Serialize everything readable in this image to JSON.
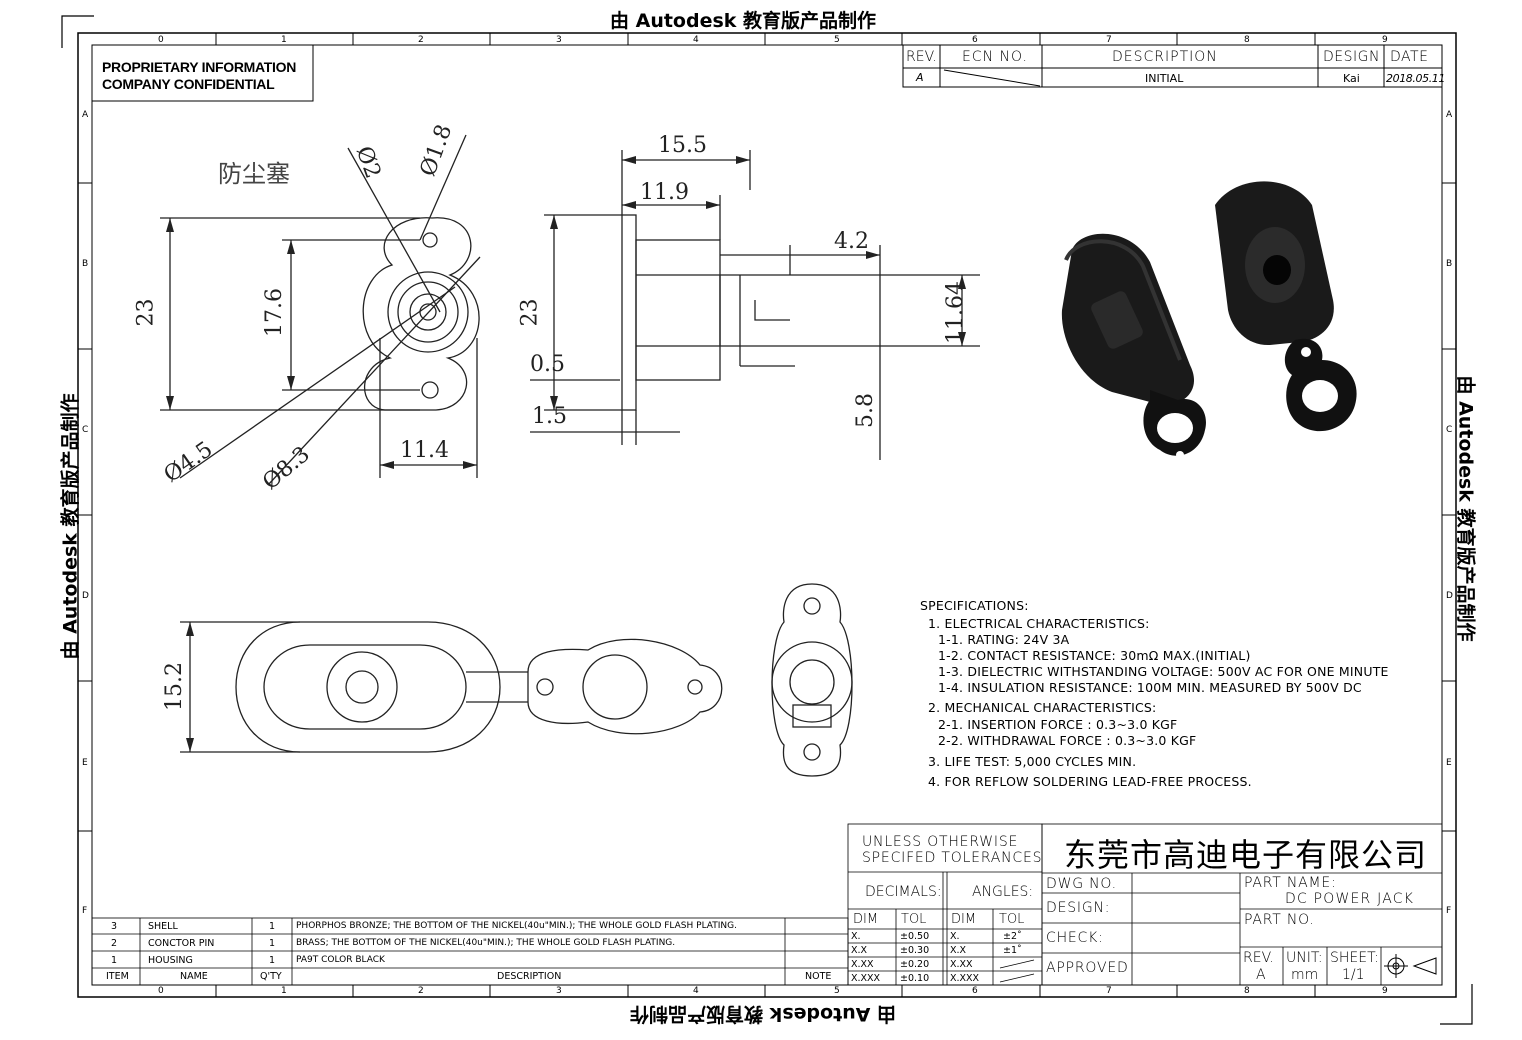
{
  "watermark": "由 Autodesk 教育版产品制作",
  "frame": {
    "col_numbers": [
      "0",
      "1",
      "2",
      "3",
      "4",
      "5",
      "6",
      "7",
      "8",
      "9"
    ],
    "row_letters": [
      "A",
      "B",
      "C",
      "D",
      "E",
      "F"
    ]
  },
  "proprietary": {
    "line1": "PROPRIETARY INFORMATION",
    "line2": "COMPANY CONFIDENTIAL"
  },
  "revision_block": {
    "headers": {
      "rev": "REV.",
      "ecn": "ECN NO.",
      "description": "DESCRIPTION",
      "design": "DESIGN",
      "date": "DATE"
    },
    "row": {
      "rev": "A",
      "description": "INITIAL",
      "design": "Kai",
      "date": "2018.05.11"
    }
  },
  "drawing_labels": {
    "dust_plug": "防尘塞",
    "dims": {
      "d1": "23",
      "d2": "17.6",
      "d3": "Ø2",
      "d4": "Ø1.8",
      "d5": "Ø4.5",
      "d6": "Ø8.3",
      "d7": "11.4",
      "s1": "15.5",
      "s2": "11.9",
      "s3": "4.2",
      "s4": "23",
      "s5": "0.5",
      "s6": "1.5",
      "s7": "11.64",
      "s8": "5.8",
      "b1": "15.2"
    }
  },
  "specifications": {
    "title": "SPECIFICATIONS:",
    "lines": [
      "1. ELECTRICAL CHARACTERISTICS:",
      "1-1. RATING: 24V 3A",
      "1-2. CONTACT RESISTANCE: 30mΩ MAX.(INITIAL)",
      "1-3. DIELECTRIC WITHSTANDING VOLTAGE: 500V AC FOR ONE MINUTE",
      "1-4. INSULATION RESISTANCE: 100M   MIN. MEASURED BY 500V DC",
      "2. MECHANICAL CHARACTERISTICS:",
      "2-1. INSERTION FORCE : 0.3~3.0 KGF",
      "2-2. WITHDRAWAL FORCE : 0.3~3.0 KGF",
      "3. LIFE TEST: 5,000 CYCLES MIN.",
      "4. FOR REFLOW SOLDERING LEAD-FREE PROCESS."
    ]
  },
  "bom": {
    "headers": {
      "item": "ITEM",
      "name": "NAME",
      "qty": "Q'TY",
      "description": "DESCRIPTION",
      "note": "NOTE"
    },
    "rows": [
      {
        "item": "3",
        "name": "SHELL",
        "qty": "1",
        "description": "PHORPHOS BRONZE; THE BOTTOM OF THE NICKEL(40u\"MIN.); THE WHOLE GOLD FLASH PLATING."
      },
      {
        "item": "2",
        "name": "CONCTOR PIN",
        "qty": "1",
        "description": "BRASS; THE BOTTOM OF THE NICKEL(40u\"MIN.); THE WHOLE GOLD FLASH PLATING."
      },
      {
        "item": "1",
        "name": "HOUSING",
        "qty": "1",
        "description": "PA9T   COLOR BLACK"
      }
    ]
  },
  "tolerances": {
    "title_line1": "UNLESS OTHERWISE",
    "title_line2": "SPECIFED TOLERANCES",
    "decimals": "DECIMALS:",
    "angles": "ANGLES:",
    "dim": "DIM",
    "tol": "TOL",
    "rows": [
      {
        "dim": "X.",
        "tol": "±0.50",
        "adim": "X.",
        "atol": "±2˚"
      },
      {
        "dim": "X.X",
        "tol": "±0.30",
        "adim": "X.X",
        "atol": "±1˚"
      },
      {
        "dim": "X.XX",
        "tol": "±0.20",
        "adim": "X.XX",
        "atol": ""
      },
      {
        "dim": "X.XXX",
        "tol": "±0.10",
        "adim": "X.XXX",
        "atol": ""
      }
    ]
  },
  "title_block": {
    "company": "东莞市高迪电子有限公司",
    "dwg_no": "DWG NO.",
    "design": "DESIGN:",
    "check": "CHECK:",
    "approved": "APPROVED",
    "part_name_label": "PART NAME:",
    "part_name": "DC POWER JACK",
    "part_no_label": "PART NO.",
    "rev_label": "REV.",
    "rev": "A",
    "unit_label": "UNIT:",
    "unit": "mm",
    "sheet_label": "SHEET:",
    "sheet": "1/1"
  }
}
